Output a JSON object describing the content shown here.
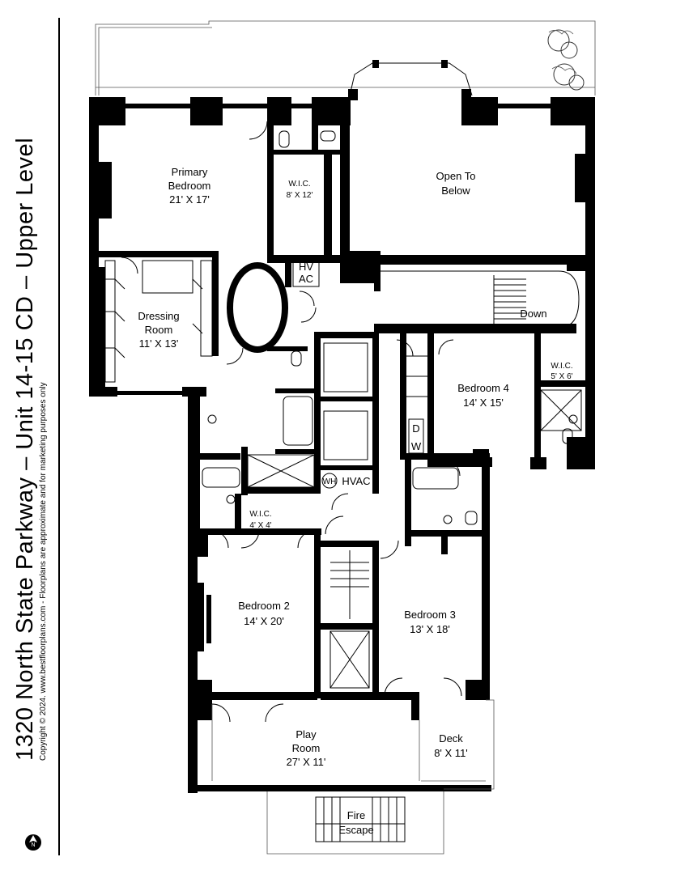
{
  "title": {
    "main": "1320 North State Parkway – Unit 14-15 CD – Upper Level",
    "copyright": "Copyright © 2024. www.bestfloorplans.com - Floorplans are approximate and for marketing purposes only"
  },
  "rooms": {
    "primary_bedroom": {
      "name": "Primary",
      "name2": "Bedroom",
      "size": "21' X 17'"
    },
    "wic_primary": {
      "name": "W.I.C.",
      "size": "8' X 12'"
    },
    "open_to_below": {
      "name": "Open To",
      "name2": "Below"
    },
    "hvac_top": {
      "line1": "HV",
      "line2": "AC"
    },
    "dressing_room": {
      "name": "Dressing",
      "name2": "Room",
      "size": "11' X 13'"
    },
    "down": {
      "label": "Down"
    },
    "wic_bed4": {
      "name": "W.I.C.",
      "size": "5' X 6'"
    },
    "bedroom4": {
      "name": "Bedroom 4",
      "size": "14' X 15'"
    },
    "dw": {
      "line1": "D",
      "line2": "W"
    },
    "wh": {
      "label": "WH"
    },
    "hvac_mid": {
      "label": "HVAC"
    },
    "wic_small": {
      "name": "W.I.C.",
      "size": "4' X 4'"
    },
    "bedroom2": {
      "name": "Bedroom 2",
      "size": "14' X 20'"
    },
    "bedroom3": {
      "name": "Bedroom 3",
      "size": "13' X 18'"
    },
    "play_room": {
      "name": "Play",
      "name2": "Room",
      "size": "27' X 11'"
    },
    "deck": {
      "name": "Deck",
      "size": "8' X 11'"
    },
    "fire_escape": {
      "name": "Fire",
      "name2": "Escape"
    }
  },
  "compass": {
    "letter": "N"
  },
  "icons": [
    "north-arrow-icon",
    "toilet-icon",
    "bathtub-icon",
    "sink-icon",
    "shrub-icon",
    "stair-icon"
  ]
}
